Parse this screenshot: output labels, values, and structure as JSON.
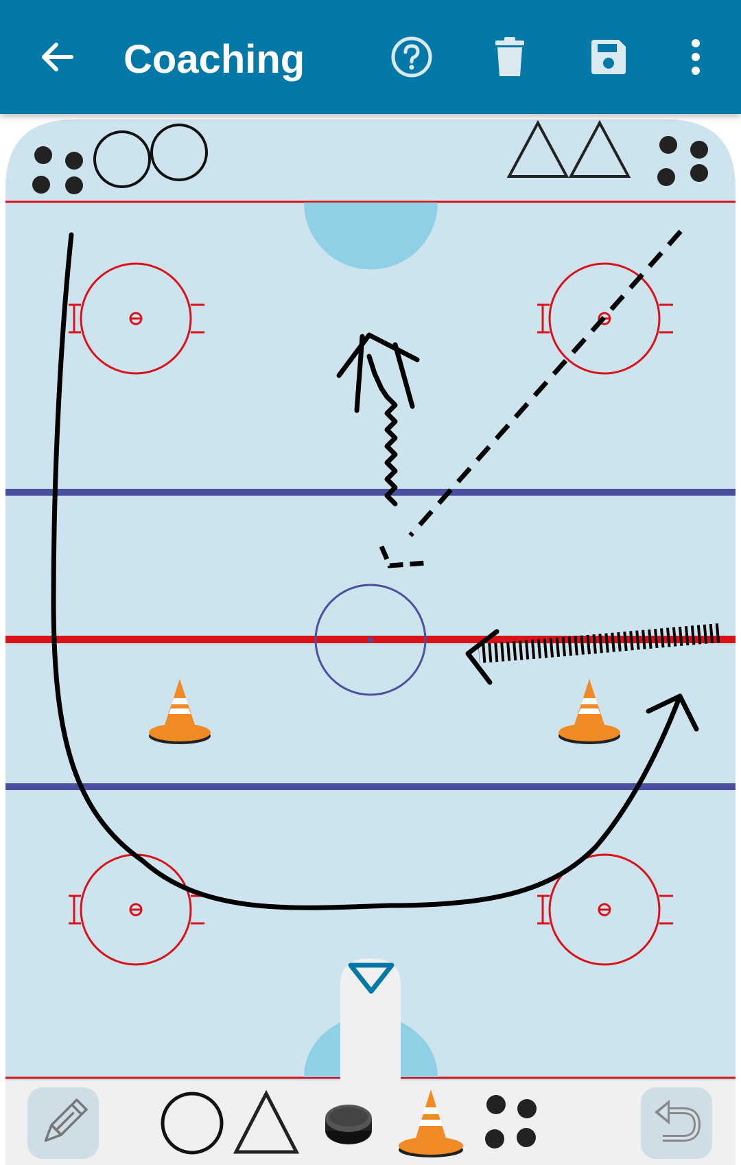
{
  "app": {
    "title": "Coaching",
    "theme_color": "#0479a8"
  },
  "toolbar_actions": [
    {
      "icon": "back-arrow-icon"
    },
    {
      "icon": "help-icon"
    },
    {
      "icon": "delete-icon"
    },
    {
      "icon": "save-icon"
    },
    {
      "icon": "more-vert-icon"
    }
  ],
  "rink": {
    "ice_color": "#cde3ee",
    "red_line_color": "#d9121a",
    "blue_line_color": "#4b4fa0",
    "crease_color": "#8fd0e6",
    "team_a_markers": [
      "dot",
      "dot",
      "dot",
      "dot",
      "circle",
      "circle"
    ],
    "team_b_markers": [
      "triangle",
      "triangle",
      "dot",
      "dot",
      "dot",
      "dot"
    ]
  },
  "drawing_tools": [
    {
      "icon": "pencil-icon"
    },
    {
      "icon": "circle-player-icon"
    },
    {
      "icon": "triangle-player-icon"
    },
    {
      "icon": "puck-icon"
    },
    {
      "icon": "cone-icon"
    },
    {
      "icon": "dots-icon"
    },
    {
      "icon": "undo-icon"
    }
  ],
  "collapse_toggle": {
    "icon": "collapse-triangle-icon"
  }
}
